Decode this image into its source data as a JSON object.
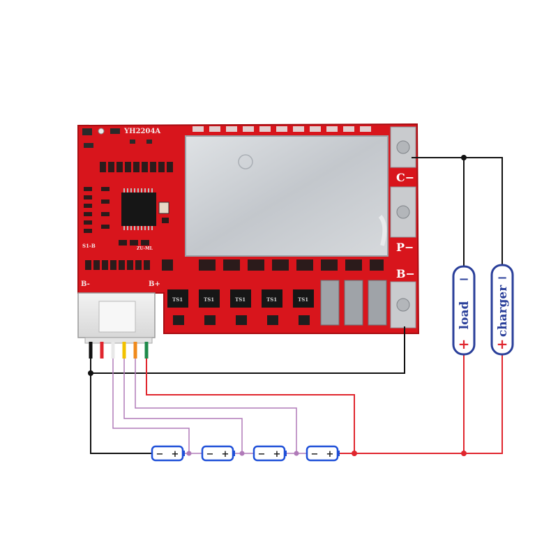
{
  "board": {
    "model": "YH2204A",
    "pads": {
      "c": "C−",
      "p": "P−",
      "b": "B−"
    },
    "header_labels": {
      "b_minus": "B-",
      "b_plus": "B+"
    },
    "chip_label": "TS1",
    "mark_top": "S1-B",
    "mark_bottom": "ZU-ML"
  },
  "devices": {
    "load": {
      "label": "load",
      "minus": "−",
      "plus": "+"
    },
    "charger": {
      "label": "charger",
      "minus": "−",
      "plus": "+"
    }
  },
  "cells": [
    {
      "minus": "−",
      "plus": "+"
    },
    {
      "minus": "−",
      "plus": "+"
    },
    {
      "minus": "−",
      "plus": "+"
    },
    {
      "minus": "−",
      "plus": "+"
    }
  ],
  "colors": {
    "pcb": "#d8151c",
    "pcb_dark": "#a80d12",
    "shield": "#c9ccd0",
    "wire_black": "#111111",
    "wire_red": "#e0262e",
    "wire_balance": "#b07ab8",
    "cell_stroke": "#1e4fd8",
    "device_stroke": "#2a3f9a",
    "device_text": "#2a3f9a",
    "plus_red": "#e0262e"
  }
}
